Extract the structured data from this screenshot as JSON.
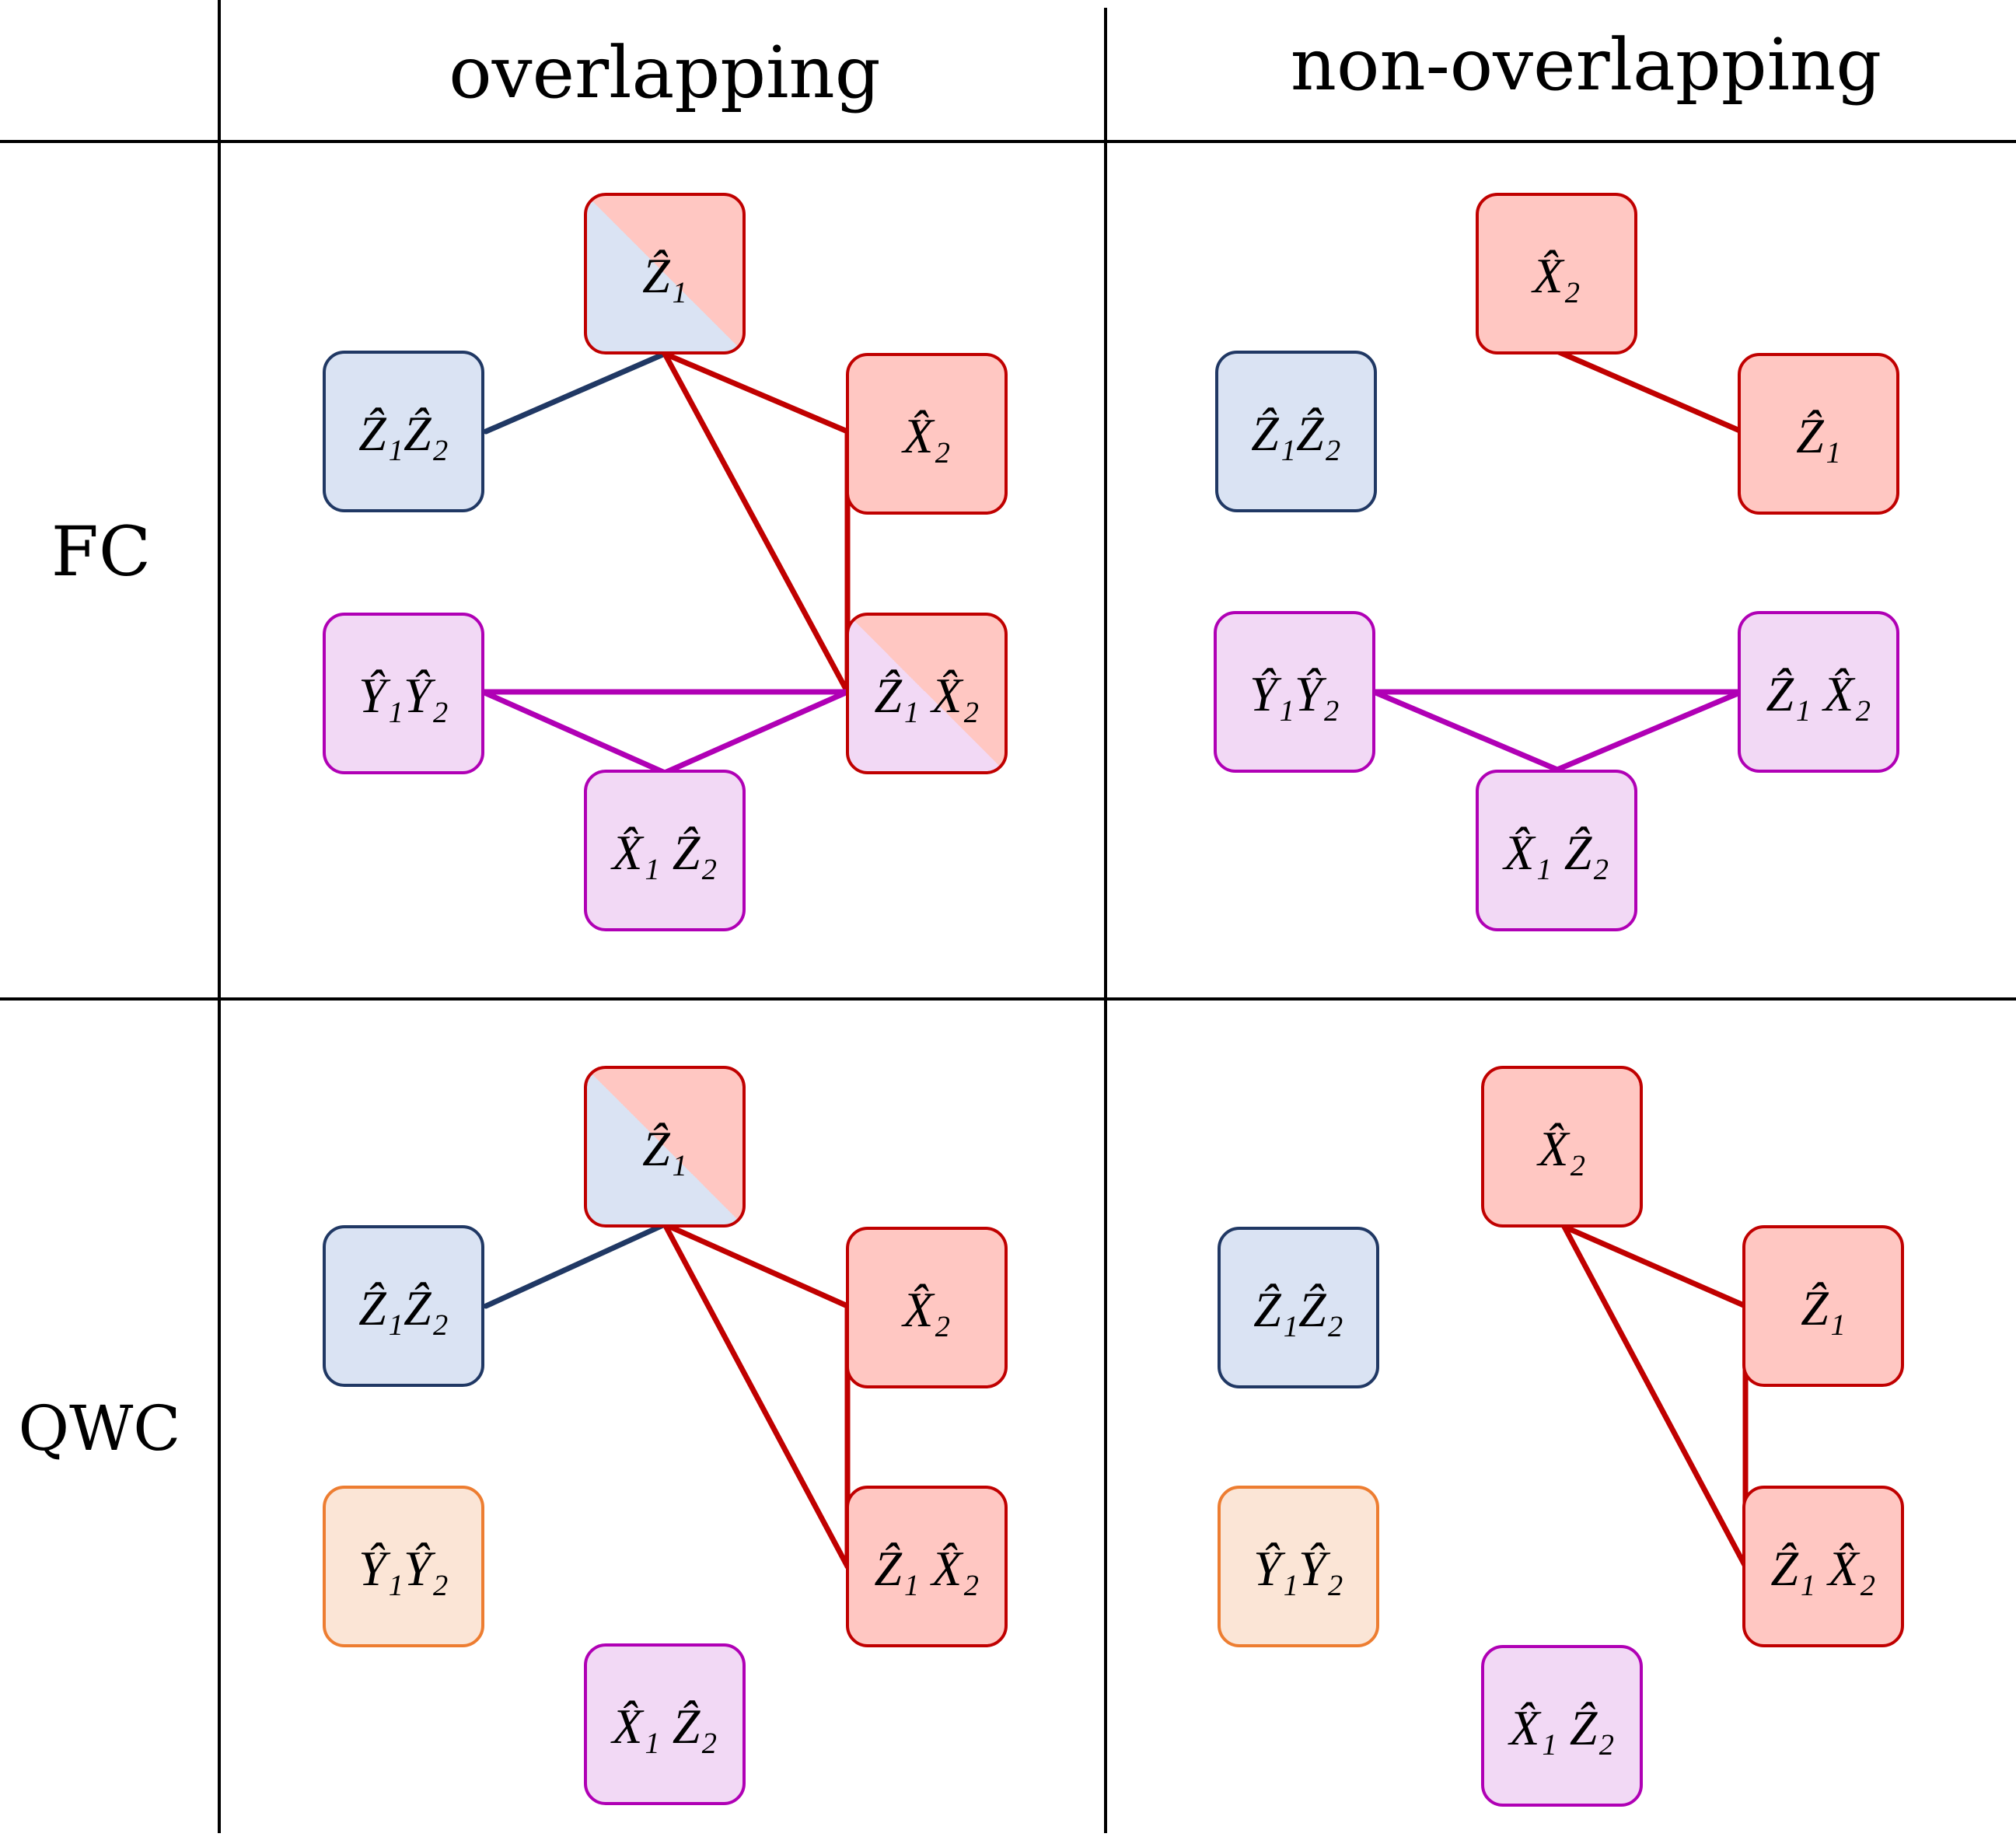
{
  "headers": {
    "col1": "overlapping",
    "col2": "non-overlapping",
    "row1": "FC",
    "row2": "QWC"
  },
  "colors": {
    "blue_fill": "#dae3f3",
    "blue_stroke": "#203864",
    "red_fill": "#ffc7c2",
    "red_stroke": "#c00000",
    "magenta_fill": "#f2d9f5",
    "magenta_stroke": "#b000b5",
    "orange_fill": "#fbe5d6",
    "orange_stroke": "#ed7d31",
    "edge_blue": "#203864",
    "edge_red": "#c00000",
    "edge_magenta": "#b000b5",
    "grid": "#000000"
  },
  "panels": [
    {
      "id": "fc-overlapping",
      "nodes": [
        {
          "id": "n1",
          "label": "Ẑ₁",
          "fill": "split"
        },
        {
          "id": "n2",
          "label": "Ẑ₁Ẑ₂",
          "fill": "blue"
        },
        {
          "id": "n3",
          "label": "X̂₂",
          "fill": "red"
        },
        {
          "id": "n4",
          "label": "Ŷ₁Ŷ₂",
          "fill": "magenta"
        },
        {
          "id": "n5",
          "label": "Ẑ₁ X̂₂",
          "fill": "split-magenta-red"
        },
        {
          "id": "n6",
          "label": "X̂₁ Ẑ₂",
          "fill": "magenta"
        }
      ],
      "edges": [
        {
          "from": "n1",
          "to": "n2",
          "color": "blue"
        },
        {
          "from": "n1",
          "to": "n3",
          "color": "red"
        },
        {
          "from": "n1",
          "to": "n5",
          "color": "red"
        },
        {
          "from": "n3",
          "to": "n5",
          "color": "red"
        },
        {
          "from": "n4",
          "to": "n5",
          "color": "magenta"
        },
        {
          "from": "n4",
          "to": "n6",
          "color": "magenta"
        },
        {
          "from": "n6",
          "to": "n5",
          "color": "magenta"
        }
      ]
    },
    {
      "id": "fc-non-overlapping",
      "nodes": [
        {
          "id": "n1",
          "label": "X̂₂",
          "fill": "red"
        },
        {
          "id": "n2",
          "label": "Ẑ₁Ẑ₂",
          "fill": "blue"
        },
        {
          "id": "n3",
          "label": "Ẑ₁",
          "fill": "red"
        },
        {
          "id": "n4",
          "label": "Ŷ₁Ŷ₂",
          "fill": "magenta"
        },
        {
          "id": "n5",
          "label": "Ẑ₁ X̂₂",
          "fill": "magenta"
        },
        {
          "id": "n6",
          "label": "X̂₁ Ẑ₂",
          "fill": "magenta"
        }
      ],
      "edges": [
        {
          "from": "n1",
          "to": "n3",
          "color": "red"
        },
        {
          "from": "n4",
          "to": "n5",
          "color": "magenta"
        },
        {
          "from": "n4",
          "to": "n6",
          "color": "magenta"
        },
        {
          "from": "n6",
          "to": "n5",
          "color": "magenta"
        }
      ]
    },
    {
      "id": "qwc-overlapping",
      "nodes": [
        {
          "id": "n1",
          "label": "Ẑ₁",
          "fill": "split"
        },
        {
          "id": "n2",
          "label": "Ẑ₁Ẑ₂",
          "fill": "blue"
        },
        {
          "id": "n3",
          "label": "X̂₂",
          "fill": "red"
        },
        {
          "id": "n4",
          "label": "Ŷ₁Ŷ₂",
          "fill": "orange"
        },
        {
          "id": "n5",
          "label": "Ẑ₁ X̂₂",
          "fill": "red"
        },
        {
          "id": "n6",
          "label": "X̂₁ Ẑ₂",
          "fill": "magenta"
        }
      ],
      "edges": [
        {
          "from": "n1",
          "to": "n2",
          "color": "blue"
        },
        {
          "from": "n1",
          "to": "n3",
          "color": "red"
        },
        {
          "from": "n1",
          "to": "n5",
          "color": "red"
        },
        {
          "from": "n3",
          "to": "n5",
          "color": "red"
        }
      ]
    },
    {
      "id": "qwc-non-overlapping",
      "nodes": [
        {
          "id": "n1",
          "label": "X̂₂",
          "fill": "red"
        },
        {
          "id": "n2",
          "label": "Ẑ₁Ẑ₂",
          "fill": "blue"
        },
        {
          "id": "n3",
          "label": "Ẑ₁",
          "fill": "red"
        },
        {
          "id": "n4",
          "label": "Ŷ₁Ŷ₂",
          "fill": "orange"
        },
        {
          "id": "n5",
          "label": "Ẑ₁ X̂₂",
          "fill": "red"
        },
        {
          "id": "n6",
          "label": "X̂₁ Ẑ₂",
          "fill": "magenta"
        }
      ],
      "edges": [
        {
          "from": "n1",
          "to": "n3",
          "color": "red"
        },
        {
          "from": "n1",
          "to": "n5",
          "color": "red"
        },
        {
          "from": "n3",
          "to": "n5",
          "color": "red"
        }
      ]
    }
  ]
}
